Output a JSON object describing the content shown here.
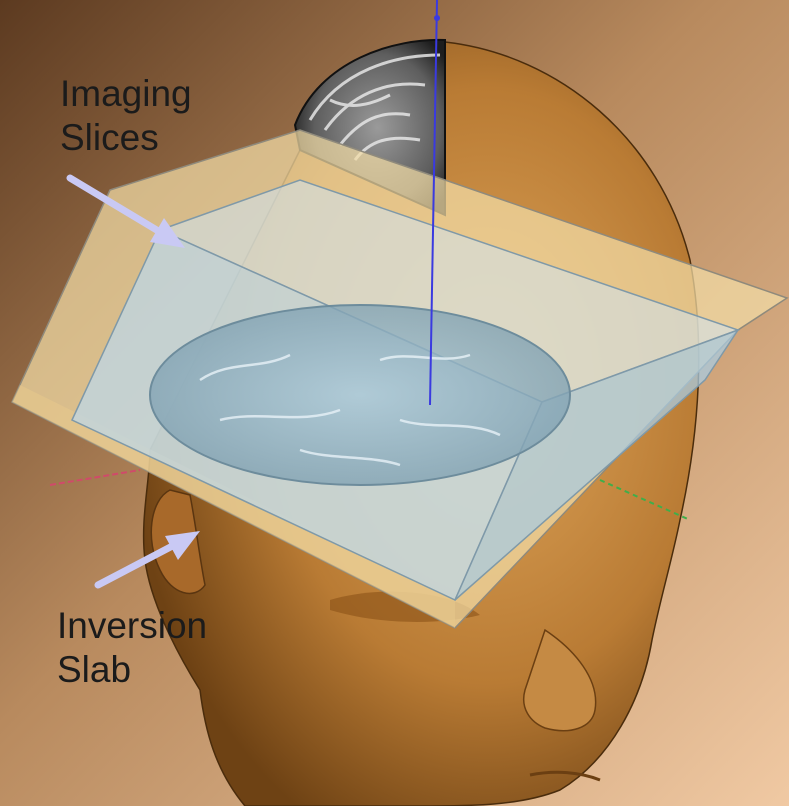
{
  "figure": {
    "background_gradient": [
      "#5c3a20",
      "#c8986b",
      "#e6bf99"
    ],
    "colors": {
      "skin": "#c4873f",
      "skin_shadow": "#7a4a16",
      "slab": "#f2dca6",
      "slab_edge": "#8f8a7c",
      "slices": "#bcd9ec",
      "slices_edge": "#7f99a8",
      "arrow": "#c9c9f4",
      "axis": "#3a3ae0"
    }
  },
  "annotations": [
    {
      "id": "imaging-slices",
      "lines": [
        "Imaging",
        "Slices"
      ]
    },
    {
      "id": "inversion-slab",
      "lines": [
        "Inversion",
        "Slab"
      ]
    }
  ]
}
